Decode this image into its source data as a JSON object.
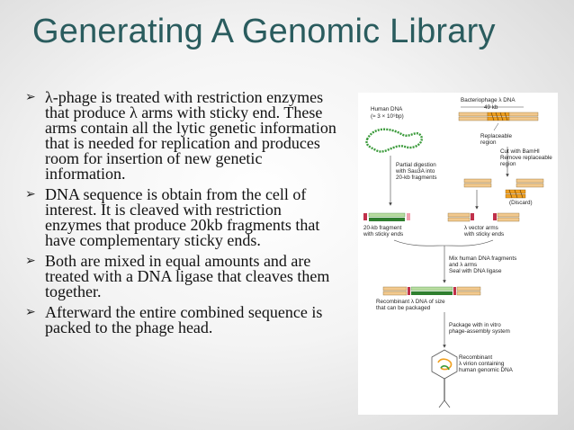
{
  "slide": {
    "title": "Generating A Genomic Library",
    "bullets": [
      "λ-phage is treated with restriction enzymes that produce λ arms with sticky end.  These arms contain all the lytic genetic information that is needed for replication and produces room for insertion of new genetic information.",
      "DNA sequence is obtain from the cell of interest.  It is cleaved with restriction enzymes that produce 20kb fragments that have complementary sticky ends.",
      "Both are mixed in equal amounts and are treated with a DNA ligase that cleaves them together.",
      "Afterward the entire combined sequence is packed to the phage head."
    ]
  },
  "figure": {
    "bacteriophage": "Bacteriophage λ DNA",
    "size_49kb": "49 kb",
    "human_dna": "Human DNA",
    "human_dna_size": "(≈ 3 × 10⁹bp)",
    "replaceable_1": "Replaceable",
    "replaceable_2": "region",
    "cut_1": "Cut with BamHI",
    "cut_2": "Remove replaceable",
    "cut_3": "region",
    "partial_1": "Partial digestion",
    "partial_2": "with Sau3A into",
    "partial_3": "20-kb fragments",
    "discard": "(Discard)",
    "fragment_1": "20-kb fragment",
    "fragment_2": "with sticky ends",
    "arms_1": "λ vector arms",
    "arms_2": "with sticky ends",
    "mix_1": "Mix human DNA fragments",
    "mix_2": "and λ arms",
    "mix_3": "Seal with DNA ligase",
    "recomb_1": "Recombinant λ DNA of size",
    "recomb_2": "that can be packaged",
    "package_1": "Package with in vitro",
    "package_2": "phage-assembly system",
    "virion_1": "Recombinant",
    "virion_2": "λ virion containing",
    "virion_3": "human genomic DNA"
  },
  "colors": {
    "title": "#2a5c5e",
    "lambda_arm": "#f2c98e",
    "replaceable": "#f0a020",
    "human_fragment": "#b8dca0",
    "human_fragment_dark": "#2f7f2f",
    "sticky_end": "#c0304a"
  }
}
